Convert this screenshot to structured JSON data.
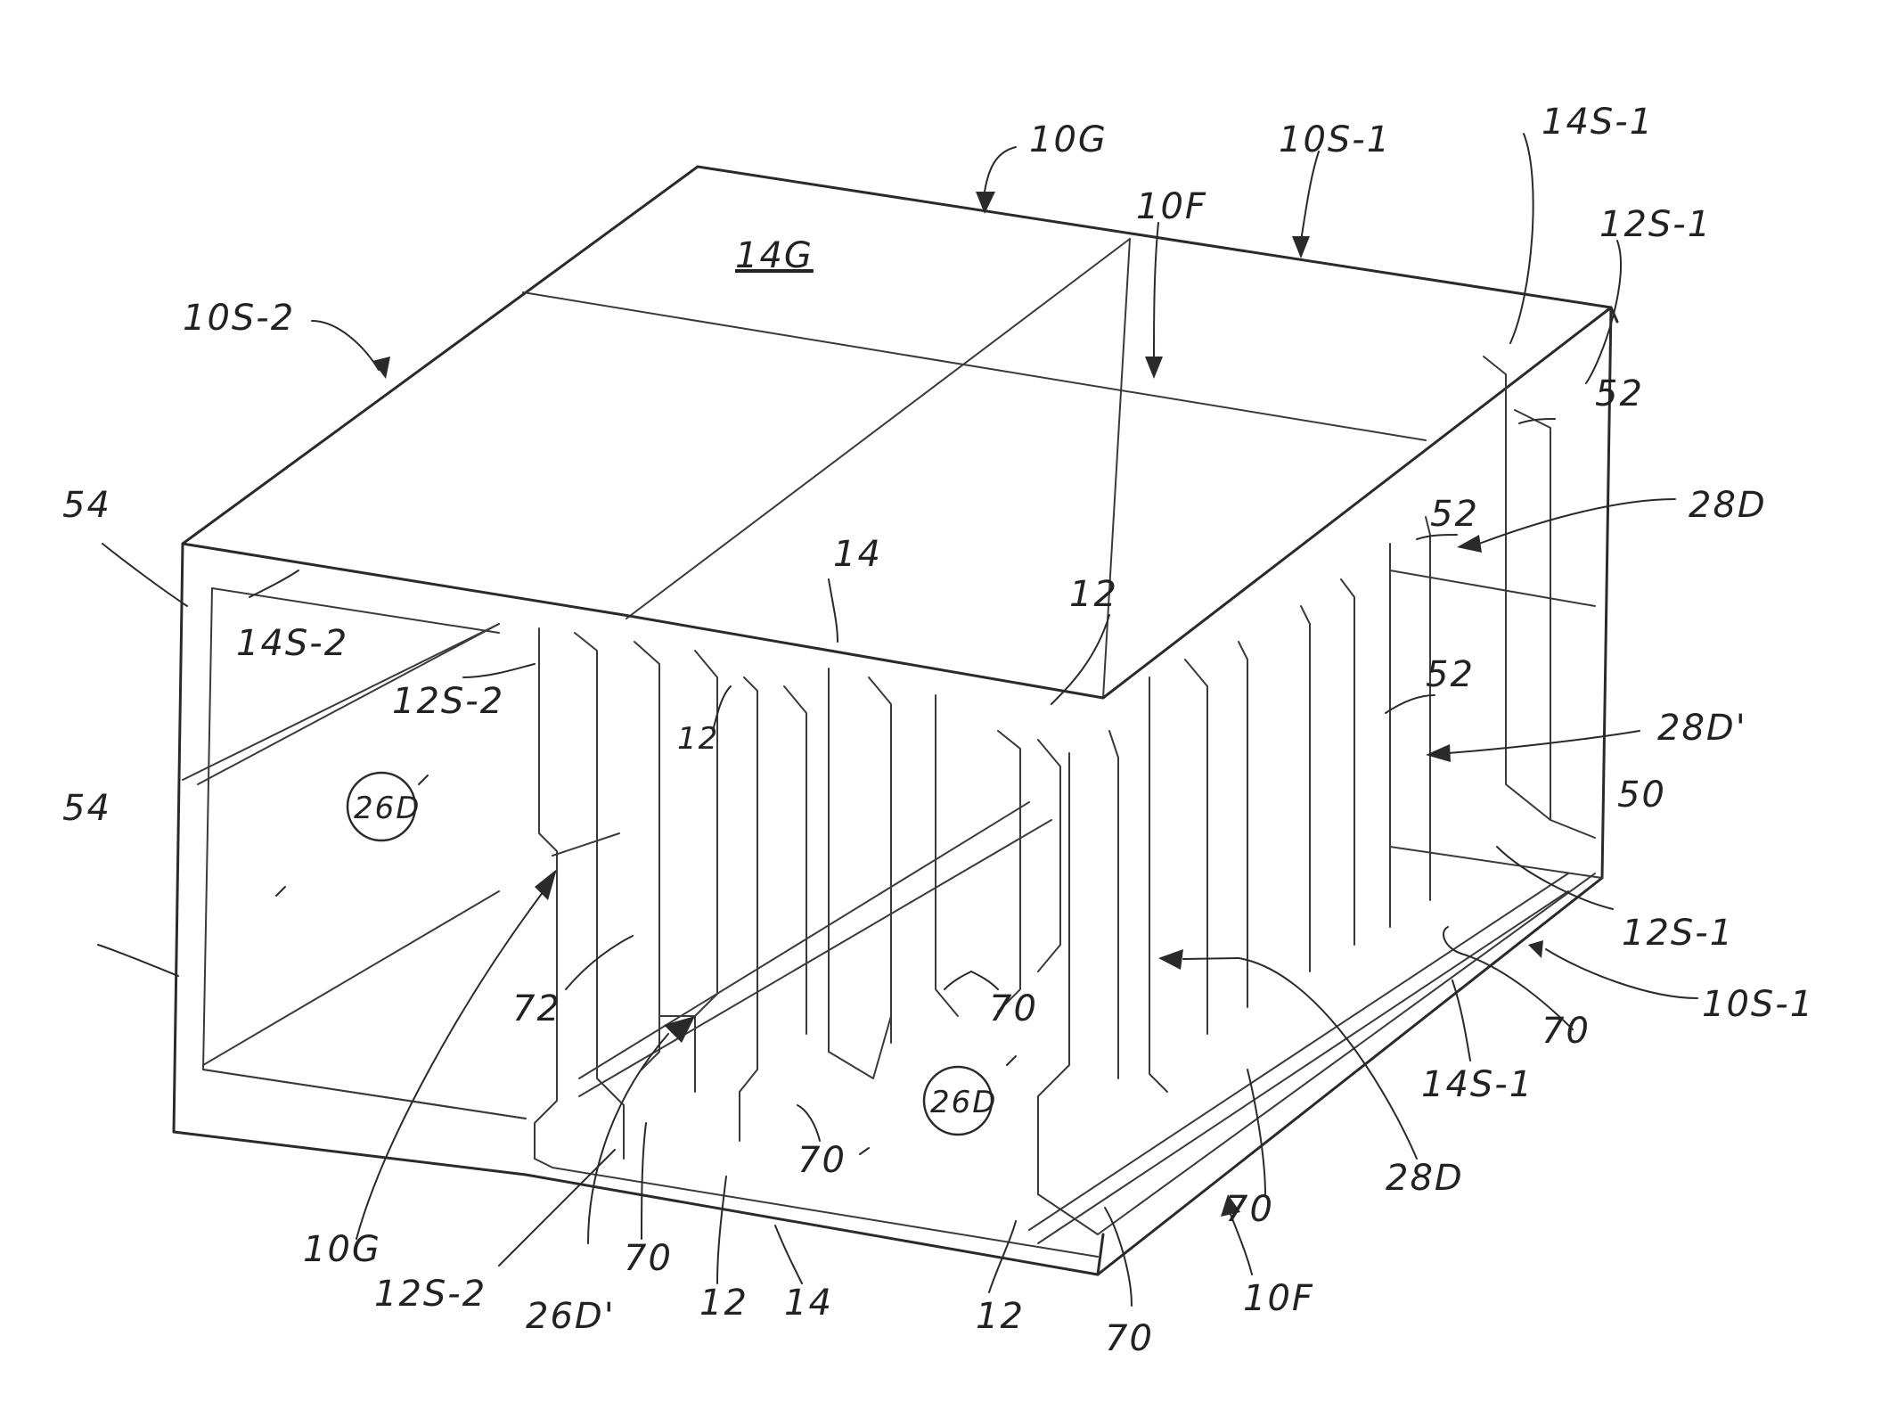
{
  "figure": {
    "labels": {
      "top_10g": "10G",
      "top_10f": "10F",
      "top_10s1": "10S-1",
      "top_14s1": "14S-1",
      "top_12s1": "12S-1",
      "top_14g": "14G",
      "left_10s2": "10S-2",
      "left_54a": "54",
      "left_54b": "54",
      "inner_14s2": "14S-2",
      "inner_12s2": "12S-2",
      "center_14": "14",
      "center_12a": "12",
      "center_12b": "12",
      "right_52a": "52",
      "right_52b": "52",
      "right_52c": "52",
      "right_28d": "28D",
      "right_28d_prime": "28D'",
      "right_50": "50",
      "right_12s1": "12S-1",
      "right_10s1": "10S-1",
      "right_70": "70",
      "right_14s1": "14S-1",
      "circled_26d": "26D",
      "circled_26d_lower": "26D",
      "label_72": "72",
      "label_70a": "70",
      "label_70b": "70",
      "label_70c": "70",
      "label_70d": "70",
      "label_70e": "70",
      "label_28d_lower": "28D",
      "bottom_10g": "10G",
      "bottom_12s2": "12S-2",
      "bottom_26d_prime": "26D'",
      "bottom_12a": "12",
      "bottom_14": "14",
      "bottom_12b": "12",
      "bottom_10f": "10F"
    }
  }
}
